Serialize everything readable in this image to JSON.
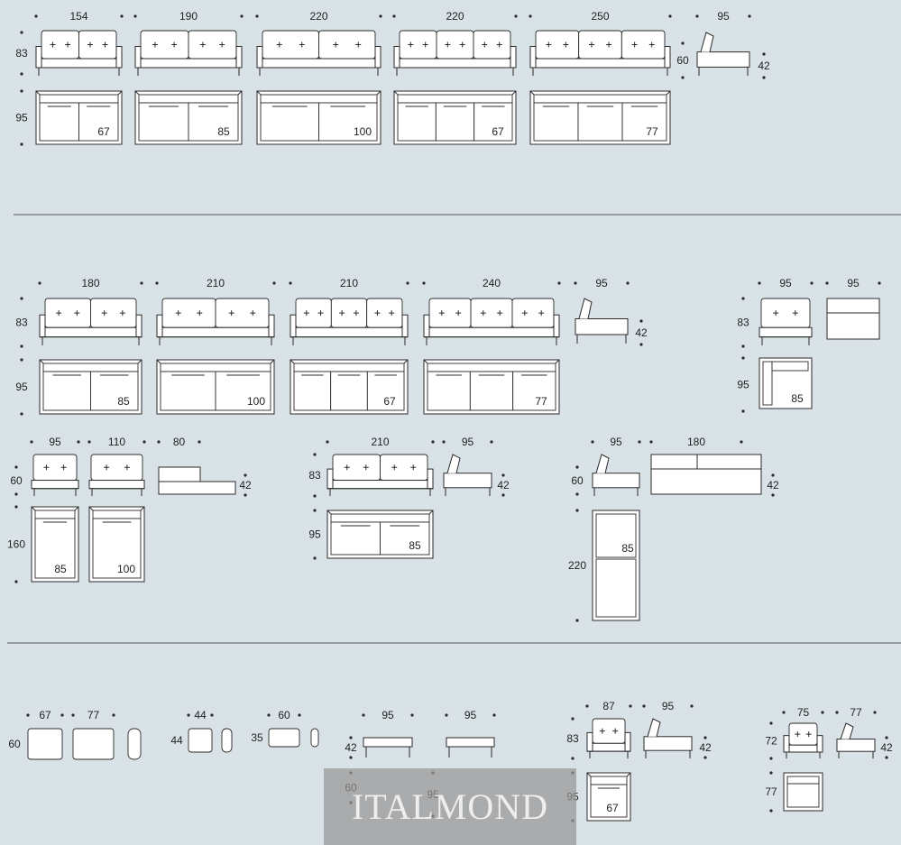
{
  "sections": [
    {
      "name": "row-1",
      "models": [
        {
          "width_label": "154",
          "seat_label": "67"
        },
        {
          "width_label": "190",
          "seat_label": "85"
        },
        {
          "width_label": "220",
          "seat_label": "100"
        },
        {
          "width_label": "220",
          "seat_label": "67"
        },
        {
          "width_label": "250",
          "seat_label": "77"
        }
      ],
      "side_view": {
        "width_label": "95"
      },
      "heights": {
        "back": "83",
        "arm": "60",
        "seat": "42",
        "depth": "95"
      }
    },
    {
      "name": "row-2",
      "models": [
        {
          "width_label": "180",
          "seat_label": "85"
        },
        {
          "width_label": "210",
          "seat_label": "100"
        },
        {
          "width_label": "210",
          "seat_label": "67"
        },
        {
          "width_label": "240",
          "seat_label": "77"
        }
      ],
      "side_view": {
        "width_label": "95"
      },
      "corner_views": {
        "width_a": "95",
        "width_b": "95",
        "seat_label": "85"
      },
      "heights": {
        "back": "83",
        "seat": "42",
        "depth": "95",
        "corner_back": "83",
        "corner_depth": "95"
      }
    },
    {
      "name": "row-3",
      "chaise_group": {
        "widths": [
          "95",
          "110",
          "80"
        ],
        "height_arm": "60",
        "height_seat": "42",
        "depth": "160",
        "seat_labels": [
          "85",
          "100"
        ]
      },
      "corner_sofa_group": {
        "widths": [
          "210",
          "95"
        ],
        "height_back": "83",
        "height_seat": "42",
        "depth": "95",
        "seat_label": "85"
      },
      "long_chaise_group": {
        "widths": [
          "95",
          "180"
        ],
        "height_arm": "60",
        "height_seat": "42",
        "depth": "220",
        "seat_label": "85"
      }
    },
    {
      "name": "row-4",
      "cushions": [
        {
          "width": "67",
          "height": "60"
        },
        {
          "width": "77"
        },
        {
          "width": "44",
          "height": "44"
        },
        {
          "width": "60",
          "height": "35"
        }
      ],
      "ottomans": {
        "widths": [
          "95",
          "95"
        ],
        "height": "42",
        "depth_a": "60",
        "depth_b": "95"
      },
      "armchair_large": {
        "widths": [
          "87",
          "95"
        ],
        "height_back": "83",
        "height_seat": "42",
        "depth": "95",
        "seat_label": "67"
      },
      "armchair_small": {
        "widths": [
          "75",
          "77"
        ],
        "height_back": "72",
        "height_seat": "42",
        "depth": "77"
      }
    }
  ],
  "watermark": {
    "text": "ITALMOND"
  },
  "colors": {
    "background": "#d9e2e6",
    "line": "#2b2b2b",
    "divider": "#555555"
  }
}
